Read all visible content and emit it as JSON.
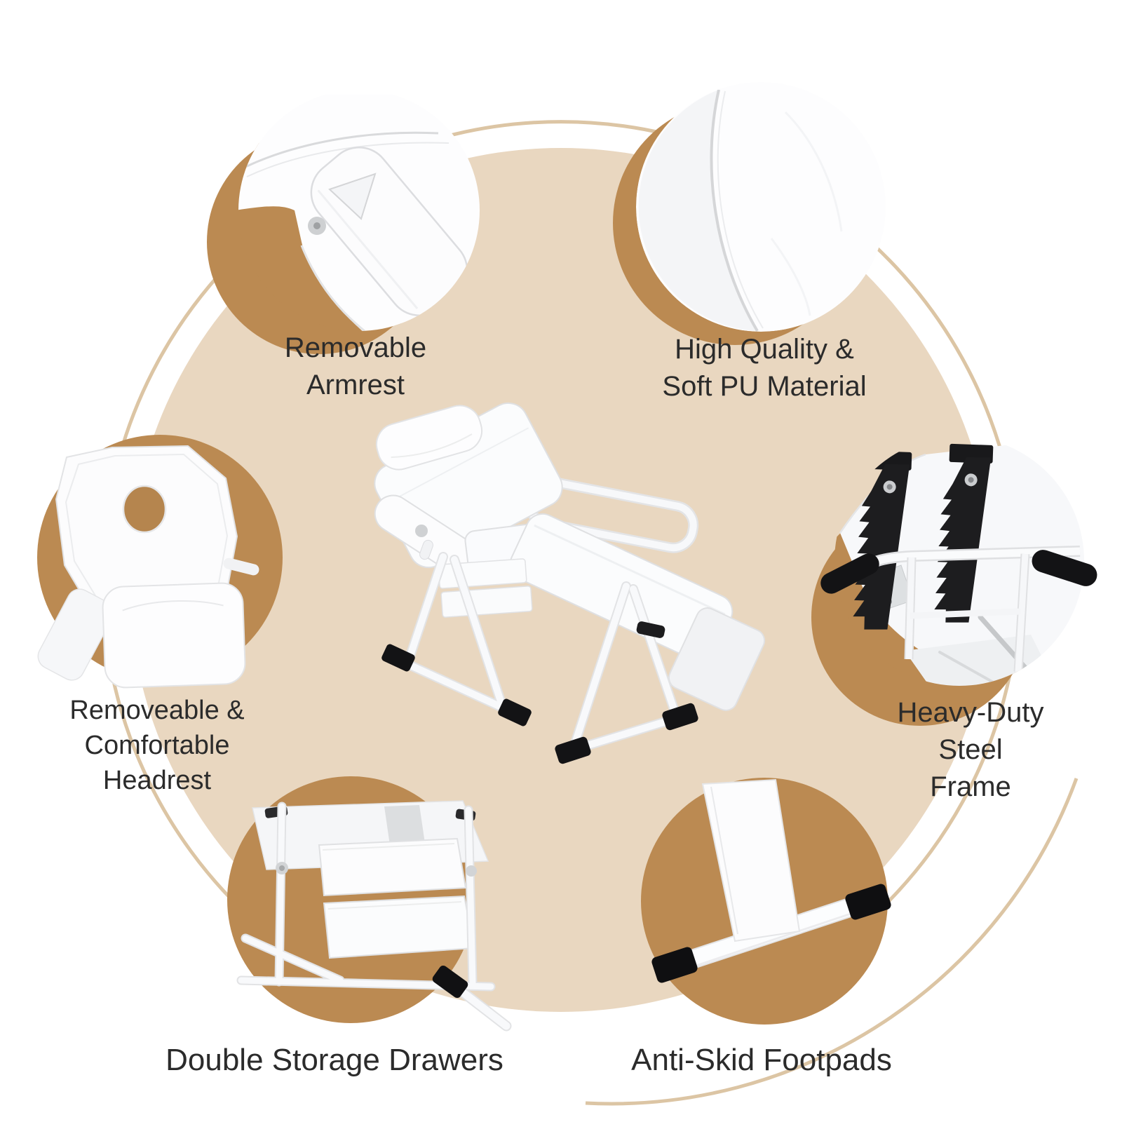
{
  "labels": {
    "armrest": "Removable\nArmrest",
    "pu_material": "High Quality &\nSoft PU Material",
    "headrest": "Removeable &\nComfortable\nHeadrest",
    "steel_frame": "Heavy-Duty Steel\nFrame",
    "drawers": "Double Storage Drawers",
    "footpads": "Anti-Skid Footpads"
  },
  "colors": {
    "background": "#ffffff",
    "circle_beige": "#e9d7c0",
    "ring_line": "#dcc5a4",
    "accent_brown": "#bb8a52",
    "hole_brown": "#b5854e",
    "text": "#2b2b2b",
    "product_white": "#fbfcfd",
    "footpad_black": "#131315"
  },
  "callouts": [
    {
      "name": "removable-armrest"
    },
    {
      "name": "high-quality-soft-pu-material"
    },
    {
      "name": "removeable-comfortable-headrest"
    },
    {
      "name": "heavy-duty-steel-frame"
    },
    {
      "name": "double-storage-drawers"
    },
    {
      "name": "anti-skid-footpads"
    }
  ]
}
